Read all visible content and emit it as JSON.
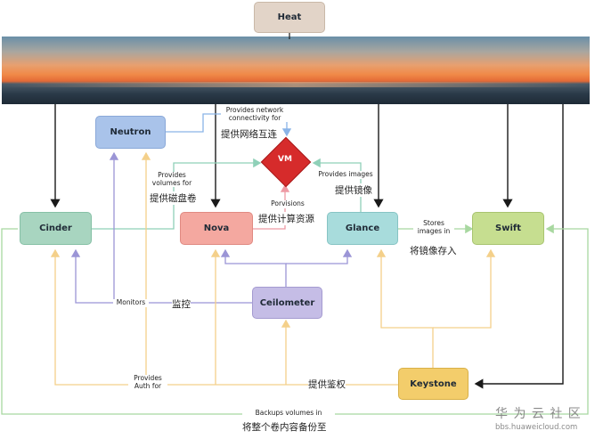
{
  "nodes": {
    "heat": "Heat",
    "neutron": "Neutron",
    "vm": "VM",
    "cinder": "Cinder",
    "nova": "Nova",
    "glance": "Glance",
    "swift": "Swift",
    "ceilometer": "Ceilometer",
    "keystone": "Keystone"
  },
  "labels": {
    "network_en": "Provides network connectivity for",
    "network_zh": "提供网络互连",
    "volumes_en": "Provides volumes for",
    "volumes_zh": "提供磁盘卷",
    "images_en": "Provides images",
    "images_zh": "提供镜像",
    "provisions_en": "Porvisions",
    "provisions_zh": "提供计算资源",
    "stores_en": "Stores images in",
    "stores_zh": "将镜像存入",
    "monitors_en": "Monitors",
    "monitors_zh": "监控",
    "auth_en": "Provides Auth for",
    "auth_zh": "提供鉴权",
    "backup_en": "Backups volumes in",
    "backup_zh": "将整个卷内容备份至"
  },
  "watermark": {
    "title": "华 为 云 社 区",
    "url": "bbs.huaweicloud.com"
  },
  "colors": {
    "heat": "#e2d4c8",
    "neutron": "#a9c3ea",
    "vm": "#d62b2b",
    "cinder": "#a8d5c0",
    "nova": "#f4a8a0",
    "glance": "#a8dcdc",
    "swift": "#c6de90",
    "ceilometer": "#c5bde6",
    "keystone": "#f3cd6b",
    "edge_purple": "#9b95d6",
    "edge_blue": "#8ab4e8",
    "edge_red": "#ee9aa4",
    "edge_yellow": "#f4d08a",
    "edge_teal": "#8fd0b8",
    "edge_green": "#a8d8a0",
    "edge_dark": "#1a1a1a"
  }
}
